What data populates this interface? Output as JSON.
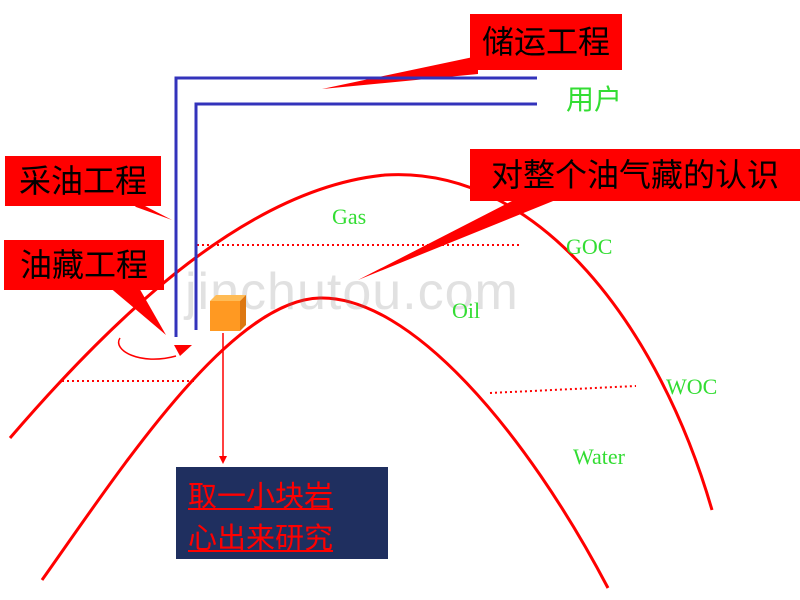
{
  "callouts": {
    "storage_transport": "储运工程",
    "production": "采油工程",
    "reservoir": "油藏工程",
    "understanding": "对整个油气藏的认识"
  },
  "labels": {
    "user": "用户",
    "gas": "Gas",
    "goc": "GOC",
    "oil": "Oil",
    "woc": "WOC",
    "water": "Water"
  },
  "sample_box": {
    "line1": "取一小块岩",
    "line2": "心出来研究"
  },
  "watermark": "jinchutou.com",
  "colors": {
    "boundary": "#ff0000",
    "pipeline": "#3333bb",
    "label_green": "#33dd33",
    "callout_bg": "#ff0000",
    "sample_box_bg": "#1f2f5f",
    "core_sample": "#ff9922"
  }
}
